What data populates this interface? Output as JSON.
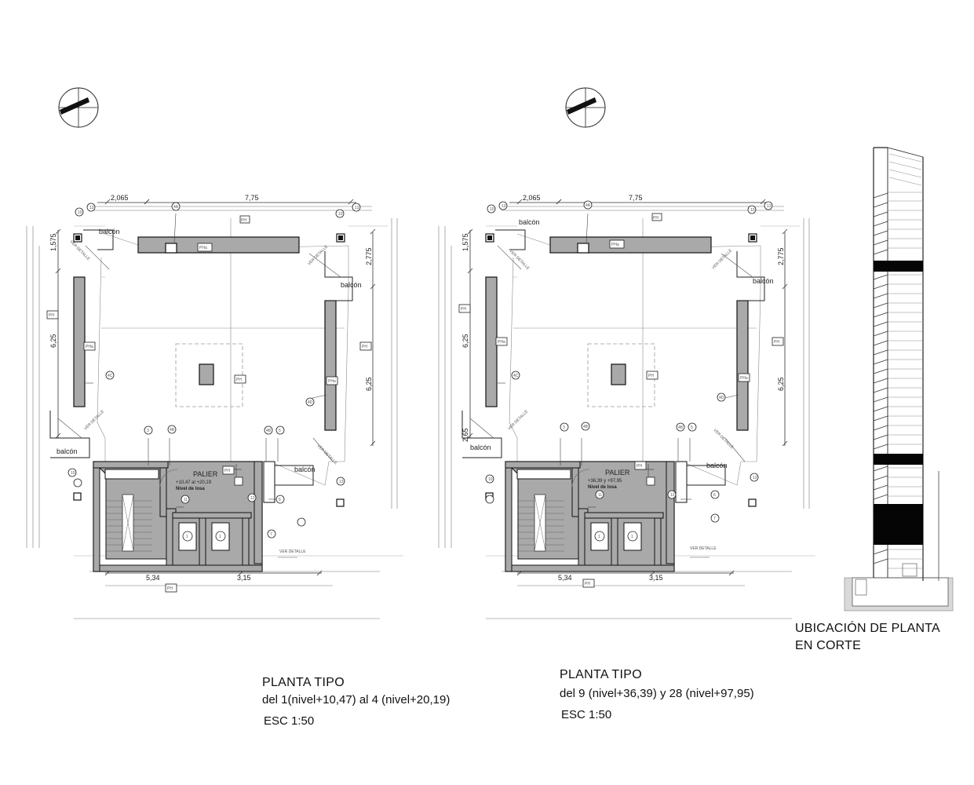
{
  "plans": [
    {
      "title": "PLANTA TIPO",
      "subtitle": "del 1(nivel+10,47) al 4 (nivel+20,19)",
      "scale": "ESC 1:50",
      "palier": {
        "label": "PALIER",
        "level": "+10,47  al  +20,19",
        "slab": "Nivel de losa"
      },
      "dimensions": {
        "top_left": "2,065",
        "top_main": "7,75",
        "left_upper": "1,575",
        "left_main": "6,25",
        "right_upper": "2,775",
        "right_main": "6,25",
        "bottom_left": "5,34",
        "bottom_right": "3,15"
      },
      "balcony_label": "balcón",
      "detail_label": "VER DETALLE",
      "ph_label": "PH",
      "pha_label": "PHa",
      "column_tags": [
        "10",
        "13",
        "4A",
        "10",
        "13",
        "3",
        "4B",
        "4B",
        "5",
        "6",
        "7",
        "10",
        "11",
        "12",
        "13",
        "4C",
        "4D"
      ],
      "elevator_tag": "1"
    },
    {
      "title": "PLANTA TIPO",
      "subtitle": "del 9 (nivel+36,39) y 28 (nivel+97,95)",
      "scale": "ESC 1:50",
      "palier": {
        "label": "PALIER",
        "level": "+36,39  y  +97,95",
        "slab": "Nivel de losa"
      },
      "dimensions": {
        "top_left": "2,065",
        "top_main": "7,75",
        "left_upper": "1,575",
        "left_main": "6,25",
        "left_lower": "2,65",
        "right_upper": "2,775",
        "right_main": "6,25",
        "bottom_left": "5,34",
        "bottom_right": "3,15"
      },
      "balcony_label": "balcón",
      "detail_label": "VER DETALLE",
      "ph_label": "PH",
      "pha_label": "PHa",
      "column_tags": [
        "10",
        "13",
        "4A",
        "10",
        "13",
        "3",
        "4B",
        "4B",
        "5",
        "6",
        "7",
        "10",
        "11",
        "12",
        "13",
        "4C",
        "4D"
      ],
      "elevator_tag": "1"
    }
  ],
  "section": {
    "caption_line1": "UBICACIÓN DE PLANTA",
    "caption_line2": "EN CORTE"
  },
  "colors": {
    "line": "#222222",
    "wall_fill": "#a9a9a9",
    "dark_band": "#050505",
    "light_line": "#9a9a9a"
  }
}
